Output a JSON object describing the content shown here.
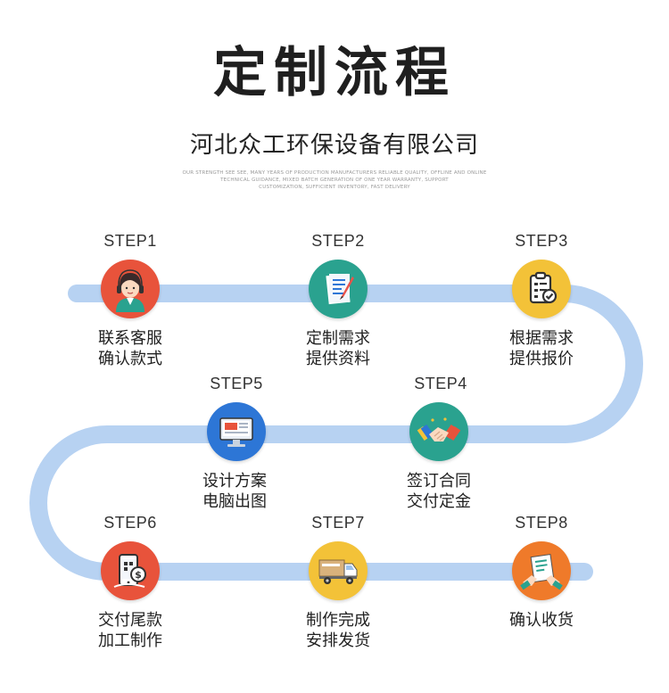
{
  "header": {
    "title": "定制流程",
    "company": "河北众工环保设备有限公司",
    "tagline": [
      "OUR STRENGTH SEE SEE, MANY YEARS OF PRODUCTION MANUFACTURERS RELIABLE QUALITY, OFFLINE AND ONLINE",
      "TECHNICAL GUIDANCE, MIXED BATCH GENERATION OF ONE YEAR WARRANTY, SUPPORT",
      "CUSTOMIZATION, SUFFICIENT INVENTORY, FAST DELIVERY"
    ]
  },
  "steps": [
    {
      "label": "STEP1",
      "line1": "联系客服",
      "line2": "确认款式",
      "icon": "customer-service-icon",
      "color": "#e8533b"
    },
    {
      "label": "STEP2",
      "line1": "定制需求",
      "line2": "提供资料",
      "icon": "document-edit-icon",
      "color": "#2aa28f"
    },
    {
      "label": "STEP3",
      "line1": "根据需求",
      "line2": "提供报价",
      "icon": "clipboard-check-icon",
      "color": "#f3c238"
    },
    {
      "label": "STEP4",
      "line1": "签订合同",
      "line2": "交付定金",
      "icon": "handshake-icon",
      "color": "#2aa28f"
    },
    {
      "label": "STEP5",
      "line1": "设计方案",
      "line2": "电脑出图",
      "icon": "computer-monitor-icon",
      "color": "#2d76d6"
    },
    {
      "label": "STEP6",
      "line1": "交付尾款",
      "line2": "加工制作",
      "icon": "mobile-payment-icon",
      "color": "#e8533b"
    },
    {
      "label": "STEP7",
      "line1": "制作完成",
      "line2": "安排发货",
      "icon": "delivery-truck-icon",
      "color": "#f3c238"
    },
    {
      "label": "STEP8",
      "line1": "确认收货",
      "line2": "",
      "icon": "receive-package-icon",
      "color": "#ef7a2a"
    }
  ],
  "colors": {
    "track": "#b7d2f2",
    "text": "#222222"
  }
}
